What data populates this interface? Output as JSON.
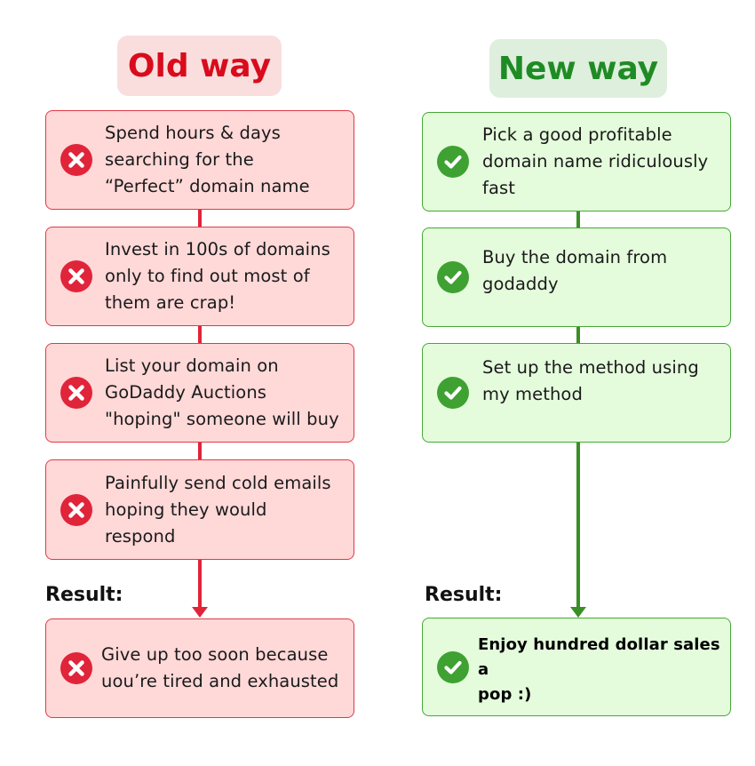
{
  "old_way": {
    "title": "Old way",
    "steps": [
      "Spend hours & days\nsearching for the\n“Perfect” domain name",
      "Invest in 100s of domains\nonly to find out most of\nthem are crap!",
      "List your domain on\nGoDaddy Auctions\n\"hoping\" someone will buy",
      "Painfully send cold emails\nhoping they would\nrespond"
    ],
    "result_label": "Result:",
    "result": "Give up too soon because\nuou’re tired and exhausted"
  },
  "new_way": {
    "title": "New way",
    "steps": [
      "Pick a good profitable\ndomain name ridiculously\nfast",
      "Buy the domain from\ngodaddy",
      "Set up the method using\nmy method"
    ],
    "result_label": "Result:",
    "result": "Enjoy hundred dollar sales a\npop :)"
  },
  "colors": {
    "old_accent": "#d90b1c",
    "new_accent": "#1f8b24",
    "old_box": "#ffd8d8",
    "new_box": "#e4fcdc"
  }
}
